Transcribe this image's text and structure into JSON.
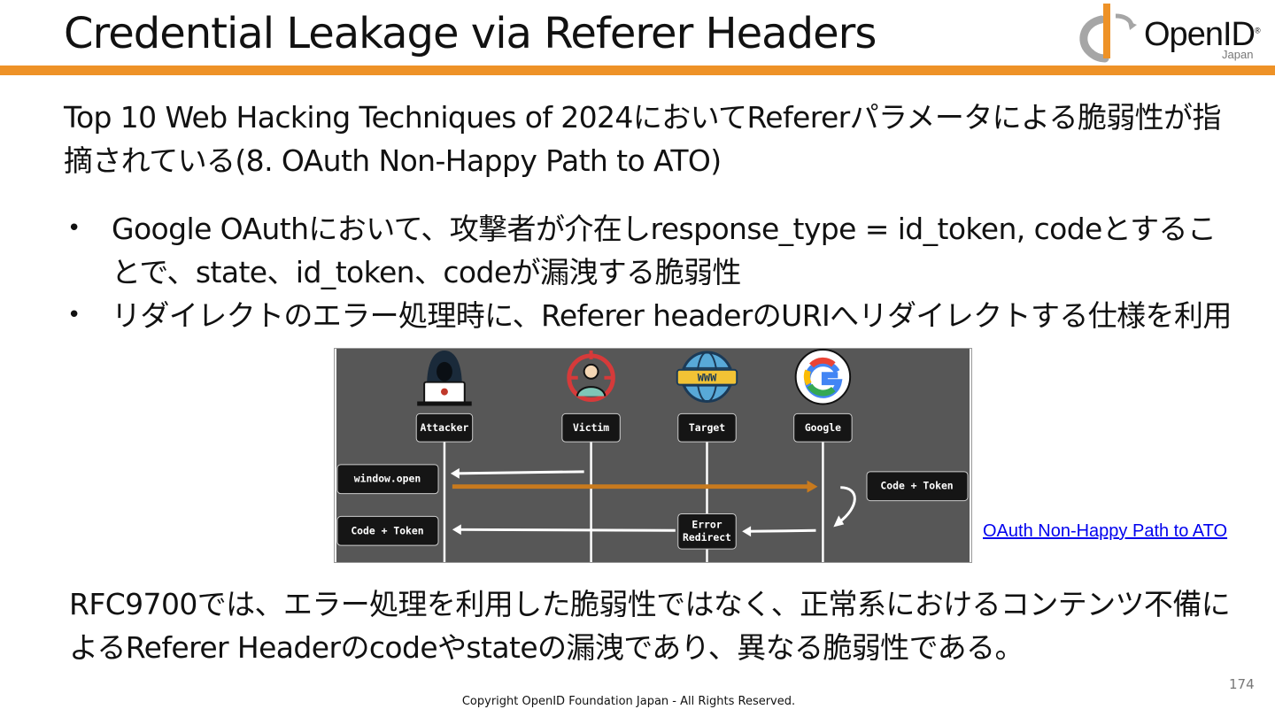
{
  "slide": {
    "title": "Credential Leakage via Referer Headers",
    "intro": "Top 10 Web Hacking Techniques of 2024においてRefererパラメータによる脆弱性が指摘されている(8. OAuth Non-Happy Path to ATO)",
    "bullets": [
      "Google OAuthにおいて、攻撃者が介在しresponse_type = id_token, codeとすることで、state、id_token、codeが漏洩する脆弱性",
      "リダイレクトのエラー処理時に、Referer headerのURIへリダイレクトする仕様を利用"
    ],
    "bottom": "RFC9700では、エラー処理を利用した脆弱性ではなく、正常系におけるコンテンツ不備によるReferer Headerのcodeやstateの漏洩であり、異なる脆弱性である。",
    "page_number": "174",
    "copyright": "Copyright OpenID Foundation Japan - All Rights Reserved."
  },
  "logo": {
    "name": "OpenID",
    "sub": "Japan",
    "registered": "®"
  },
  "figure": {
    "link_text": "OAuth Non-Happy Path to ATO",
    "actors": [
      "Attacker",
      "Victim",
      "Target",
      "Google"
    ],
    "boxes": {
      "window_open": "window.open",
      "code_token_right": "Code + Token",
      "code_token_left": "Code + Token",
      "error_line1": "Error",
      "error_line2": "Redirect"
    },
    "www": "WWW"
  },
  "colors": {
    "accent_orange": "#EE9227",
    "link_blue": "#0000EE",
    "figure_bg": "#575757",
    "box_bg": "#151515",
    "arrow_orange": "#C87A1E",
    "logo_gray": "#A6A6A6"
  }
}
